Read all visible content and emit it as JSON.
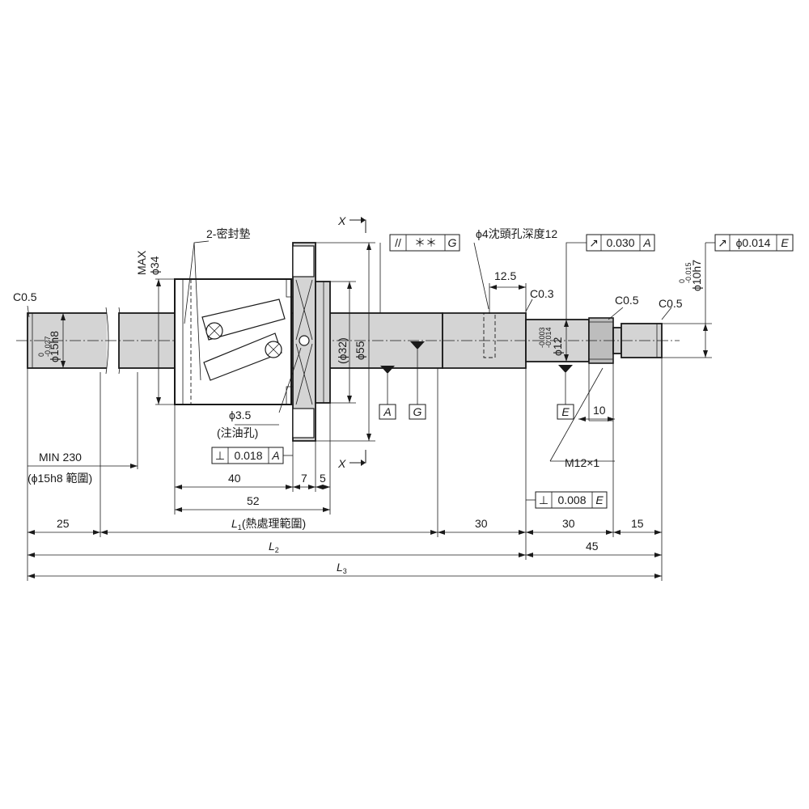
{
  "labels": {
    "seal": "2-密封墊",
    "max": "MAX",
    "phi34": "ϕ34",
    "phi32": "(ϕ32)",
    "phi55": "ϕ55",
    "phi15h8": "ϕ15h8",
    "tol15_upper": "0",
    "tol15_lower": "-0.027",
    "phi12": "ϕ12",
    "tol12_upper": "-0.003",
    "tol12_lower": "-0.014",
    "phi10h7": "ϕ10h7",
    "tol10_upper": "0",
    "tol10_lower": "-0.015",
    "c05_left": "C0.5",
    "c03": "C0.3",
    "c05_right1": "C0.5",
    "c05_right2": "C0.5",
    "oil_hole": "ϕ3.5",
    "oil_hole_note": "(注油孔)",
    "counterbore": "ϕ4沈頭孔深度12",
    "dim_12_5": "12.5",
    "thread": "M12×1",
    "dim_10": "10",
    "min230": "MIN 230",
    "min230_note": "(ϕ15h8 範圍)",
    "dim_40": "40",
    "dim_7": "7",
    "dim_5": "5",
    "dim_52": "52",
    "dim_25": "25",
    "l1_sym": "L",
    "l1_sub": "1",
    "l1_note": "(熱處理範圍)",
    "dim_30a": "30",
    "dim_30b": "30",
    "dim_15": "15",
    "dim_45": "45",
    "l2_sym": "L",
    "l2_sub": "2",
    "l3_sym": "L",
    "l3_sub": "3",
    "section_x": "X",
    "section_x2": "X"
  },
  "datums": {
    "a": "A",
    "g": "G",
    "e": "E"
  },
  "tolerance_frames": {
    "parallel": {
      "symbol": "//",
      "value": "＊＊",
      "datum": "G"
    },
    "runout_a": {
      "symbol": "↗",
      "value": "0.030",
      "datum": "A"
    },
    "runout_e": {
      "symbol": "↗",
      "value": "ϕ0.014",
      "datum": "E"
    },
    "perp_a": {
      "symbol": "⊥",
      "value": "0.018",
      "datum": "A"
    },
    "perp_e": {
      "symbol": "⊥",
      "value": "0.008",
      "datum": "E"
    }
  },
  "icons": {
    "seal_screw": "phillips-screw-icon",
    "oil_hole": "oil-hole-icon",
    "datum_marker": "datum-triangle-icon",
    "section_arrow": "section-arrow-icon"
  }
}
